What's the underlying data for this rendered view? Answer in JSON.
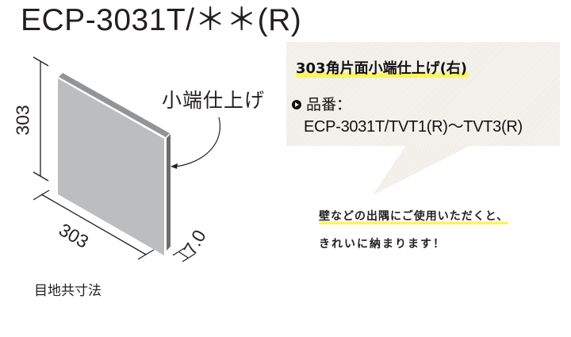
{
  "header": {
    "title": "ECP-3031T/＊＊(R)"
  },
  "diagram": {
    "edge_finish_label": "小端仕上げ",
    "dimensions": {
      "height": "303",
      "width": "303",
      "thickness": "7.0"
    },
    "joint_label": "目地共寸法",
    "colors": {
      "face": "#bcbdbf",
      "top_edge": "#939496",
      "side_edge": "#6d6e70",
      "line": "#231f20"
    }
  },
  "callout": {
    "heading": "303角片面小端仕上げ(右)",
    "part_number_label": "品番：",
    "part_number_value": "ECP-3031T/TVT1(R)〜TVT3(R)",
    "icon": "arrow-circle-right-icon",
    "background": "#efede6",
    "highlight": "#fff55a"
  },
  "note": {
    "line1": "壁などの出隅にご使用いただくと、",
    "line2": "きれいに納まります！"
  }
}
